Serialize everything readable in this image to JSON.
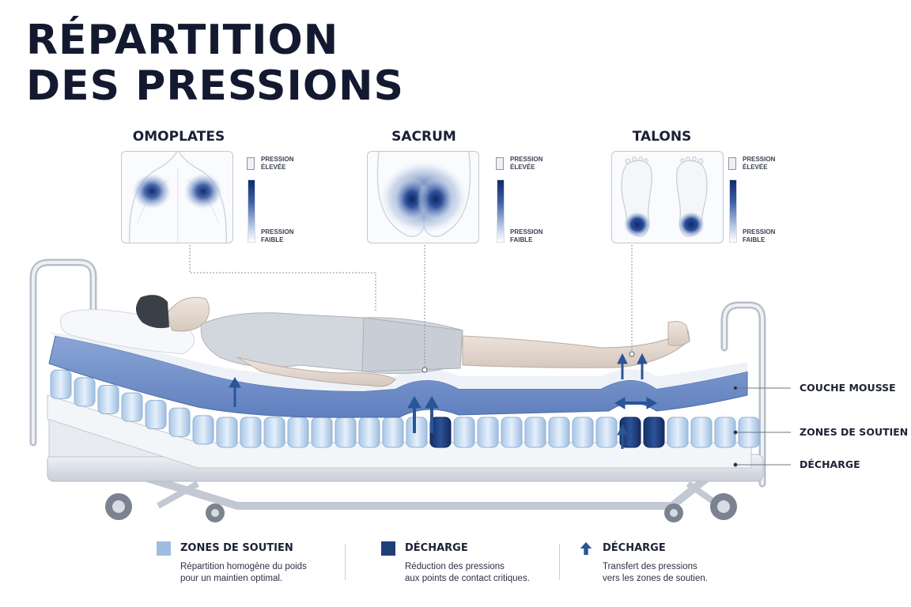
{
  "title": {
    "line1": "RÉPARTITION",
    "line2": "DES PRESSIONS"
  },
  "panels": [
    {
      "title": "OMOPLATES",
      "scale_high": [
        "PRESSION",
        "ÉLEVÉE"
      ],
      "scale_low": [
        "PRESSION",
        "FAIBLE"
      ]
    },
    {
      "title": "SACRUM",
      "scale_high": [
        "PRESSION",
        "ÉLEVÉE"
      ],
      "scale_low": [
        "PRESSION",
        "FAIBLE"
      ]
    },
    {
      "title": "TALONS",
      "scale_high": [
        "PRESSION",
        "ÉLEVÉE"
      ],
      "scale_low": [
        "PRESSION",
        "FAIBLE"
      ]
    }
  ],
  "callouts": {
    "foam": "COUCHE MOUSSE",
    "support": "ZONES DE SOUTIEN",
    "relief": "DÉCHARGE"
  },
  "legend": [
    {
      "icon": "light-blue-square",
      "color": "#9fbde0",
      "title": "ZONES DE SOUTIEN",
      "desc": [
        "Répartition homogène du poids",
        "pour un maintien optimal."
      ]
    },
    {
      "icon": "dark-blue-square",
      "color": "#1f3f7a",
      "title": "DÉCHARGE",
      "desc": [
        "Réduction des pressions",
        "aux points de contact critiques."
      ]
    },
    {
      "icon": "up-arrow-icon",
      "color": "#2a5596",
      "title": "DÉCHARGE",
      "desc": [
        "Transfert des pressions",
        "vers les zones de soutien."
      ]
    }
  ],
  "colors": {
    "heat_high": "#0f2a6e",
    "cell_light": "#c9def2",
    "cell_dark": "#1a3a75",
    "foam": "#7f9cd0"
  }
}
